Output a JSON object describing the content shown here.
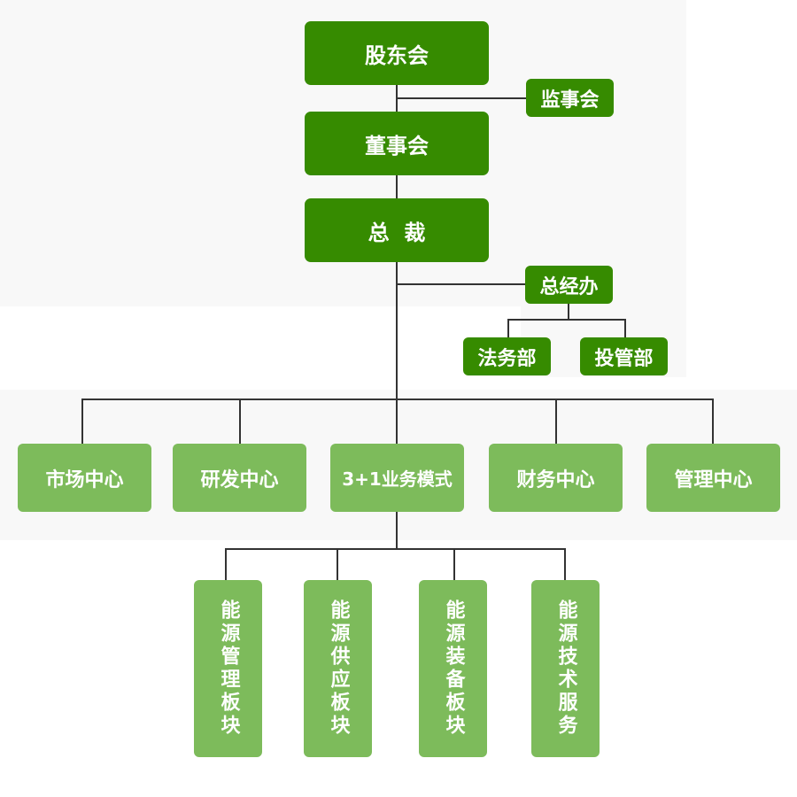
{
  "colors": {
    "top_level": "#368b00",
    "lower_level": "#7dbb5b",
    "connector": "#333333"
  },
  "nodes": {
    "shareholders": "股东会",
    "supervisory_board": "监事会",
    "board": "董事会",
    "president": "总  裁",
    "gm_office": "总经办",
    "legal_dept": "法务部",
    "investment_dept": "投管部",
    "centers": [
      "市场中心",
      "研发中心",
      "3+1业务模式",
      "财务中心",
      "管理中心"
    ],
    "business_blocks": [
      "能源管理板块",
      "能源供应板块",
      "能源装备板块",
      "能源技术服务"
    ]
  }
}
